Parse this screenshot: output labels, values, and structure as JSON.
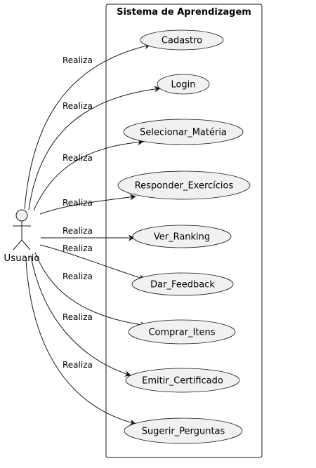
{
  "system": {
    "title": "Sistema de Aprendizagem"
  },
  "actor": {
    "name": "Usuario"
  },
  "use_cases": [
    {
      "id": "uc1",
      "label": "Cadastro",
      "edge_label": "Realiza"
    },
    {
      "id": "uc2",
      "label": "Login",
      "edge_label": "Realiza"
    },
    {
      "id": "uc3",
      "label": "Selecionar_Matéria",
      "edge_label": "Realiza"
    },
    {
      "id": "uc4",
      "label": "Responder_Exercícios",
      "edge_label": "Realiza"
    },
    {
      "id": "uc5",
      "label": "Ver_Ranking",
      "edge_label": "Realiza"
    },
    {
      "id": "uc6",
      "label": "Dar_Feedback",
      "edge_label": "Realiza"
    },
    {
      "id": "uc7",
      "label": "Comprar_Itens",
      "edge_label": "Realiza"
    },
    {
      "id": "uc8",
      "label": "Emitir_Certificado",
      "edge_label": "Realiza"
    },
    {
      "id": "uc9",
      "label": "Sugerir_Perguntas",
      "edge_label": "Realiza"
    }
  ],
  "colors": {
    "usecase_fill": "#f1f1f1",
    "stroke": "#181818",
    "background": "#ffffff"
  }
}
